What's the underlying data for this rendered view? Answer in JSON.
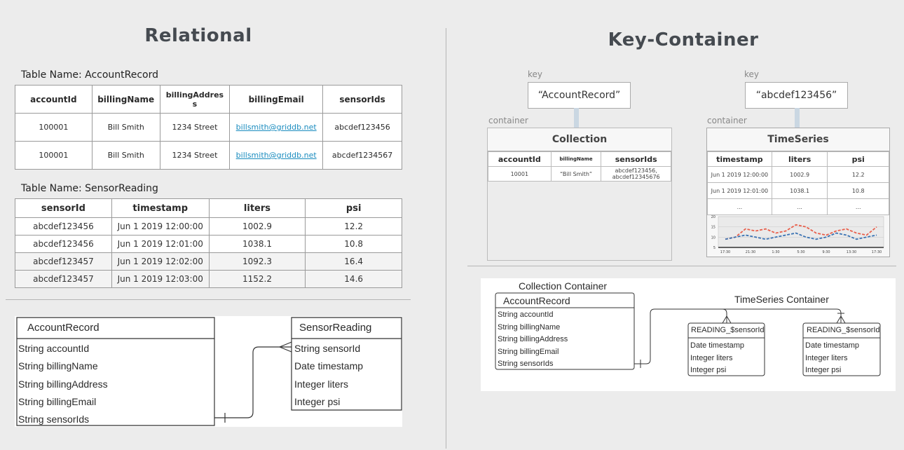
{
  "relational": {
    "title": "Relational",
    "account_table": {
      "label": "Table Name: AccountRecord",
      "headers": [
        "accountId",
        "billingName",
        "billingAddress",
        "billingEmail",
        "sensorIds"
      ],
      "rows": [
        [
          "100001",
          "Bill Smith",
          "1234 Street",
          "billsmith@griddb.net",
          "abcdef123456"
        ],
        [
          "100001",
          "Bill Smith",
          "1234 Street",
          "billsmith@griddb.net",
          "abcdef1234567"
        ]
      ]
    },
    "sensor_table": {
      "label": "Table Name: SensorReading",
      "headers": [
        "sensorId",
        "timestamp",
        "liters",
        "psi"
      ],
      "rows": [
        [
          "abcdef123456",
          "Jun 1 2019 12:00:00",
          "1002.9",
          "12.2"
        ],
        [
          "abcdef123456",
          "Jun 1 2019 12:01:00",
          "1038.1",
          "10.8"
        ],
        [
          "abcdef123457",
          "Jun 1 2019 12:02:00",
          "1092.3",
          "16.4"
        ],
        [
          "abcdef123457",
          "Jun 1 2019 12:03:00",
          "1152.2",
          "14.6"
        ]
      ]
    },
    "uml": {
      "account": {
        "name": "AccountRecord",
        "fields": [
          "String accountId",
          "String billingName",
          "String billingAddress",
          "String billingEmail",
          "String sensorIds"
        ]
      },
      "sensor": {
        "name": "SensorReading",
        "fields": [
          "String sensorId",
          "Date timestamp",
          "Integer liters",
          "Integer psi"
        ]
      }
    }
  },
  "keycontainer": {
    "title": "Key-Container",
    "key_label": "key",
    "container_label": "container",
    "collection": {
      "key": "“AccountRecord”",
      "name": "Collection",
      "headers": [
        "accountId",
        "billingName",
        "sensorIds"
      ],
      "rows": [
        [
          "10001",
          "“Bill Smith”",
          "abcdef123456, abcdef12345676"
        ]
      ]
    },
    "timeseries": {
      "key": "“abcdef123456”",
      "name": "TimeSeries",
      "headers": [
        "timestamp",
        "liters",
        "psi"
      ],
      "rows": [
        [
          "Jun 1 2019 12:00:00",
          "1002.9",
          "12.2"
        ],
        [
          "Jun 1 2019 12:01:00",
          "1038.1",
          "10.8"
        ],
        [
          "...",
          "...",
          "..."
        ]
      ],
      "mini_chart": {
        "y_ticks": [
          "20",
          "15",
          "10",
          "5"
        ],
        "x_ticks": [
          "17:30",
          "21:30",
          "1:30",
          "5:30",
          "9:30",
          "13:30",
          "17:30"
        ],
        "red_series": [
          9,
          10,
          14,
          13,
          14,
          12,
          13,
          16,
          15,
          12,
          11,
          13,
          14,
          12,
          11,
          15
        ],
        "blue_series": [
          9,
          10,
          11,
          10,
          9,
          10,
          11,
          12,
          10,
          9,
          10,
          12,
          11,
          9,
          10,
          11
        ],
        "colors": {
          "red": "#e8604c",
          "blue": "#3b73b3"
        }
      }
    },
    "uml": {
      "collection_container_label": "Collection Container",
      "timeseries_container_label": "TimeSeries Container",
      "account": {
        "name": "AccountRecord",
        "fields": [
          "String accountId",
          "String billingName",
          "String billingAddress",
          "String billingEmail",
          "String sensorIds"
        ]
      },
      "reading1": {
        "name": "READING_$sensorId",
        "fields": [
          "Date timestamp",
          "Integer liters",
          "Integer psi"
        ]
      },
      "reading2": {
        "name": "READING_$sensorId",
        "fields": [
          "Date timestamp",
          "Integer liters",
          "Integer psi"
        ]
      }
    }
  }
}
